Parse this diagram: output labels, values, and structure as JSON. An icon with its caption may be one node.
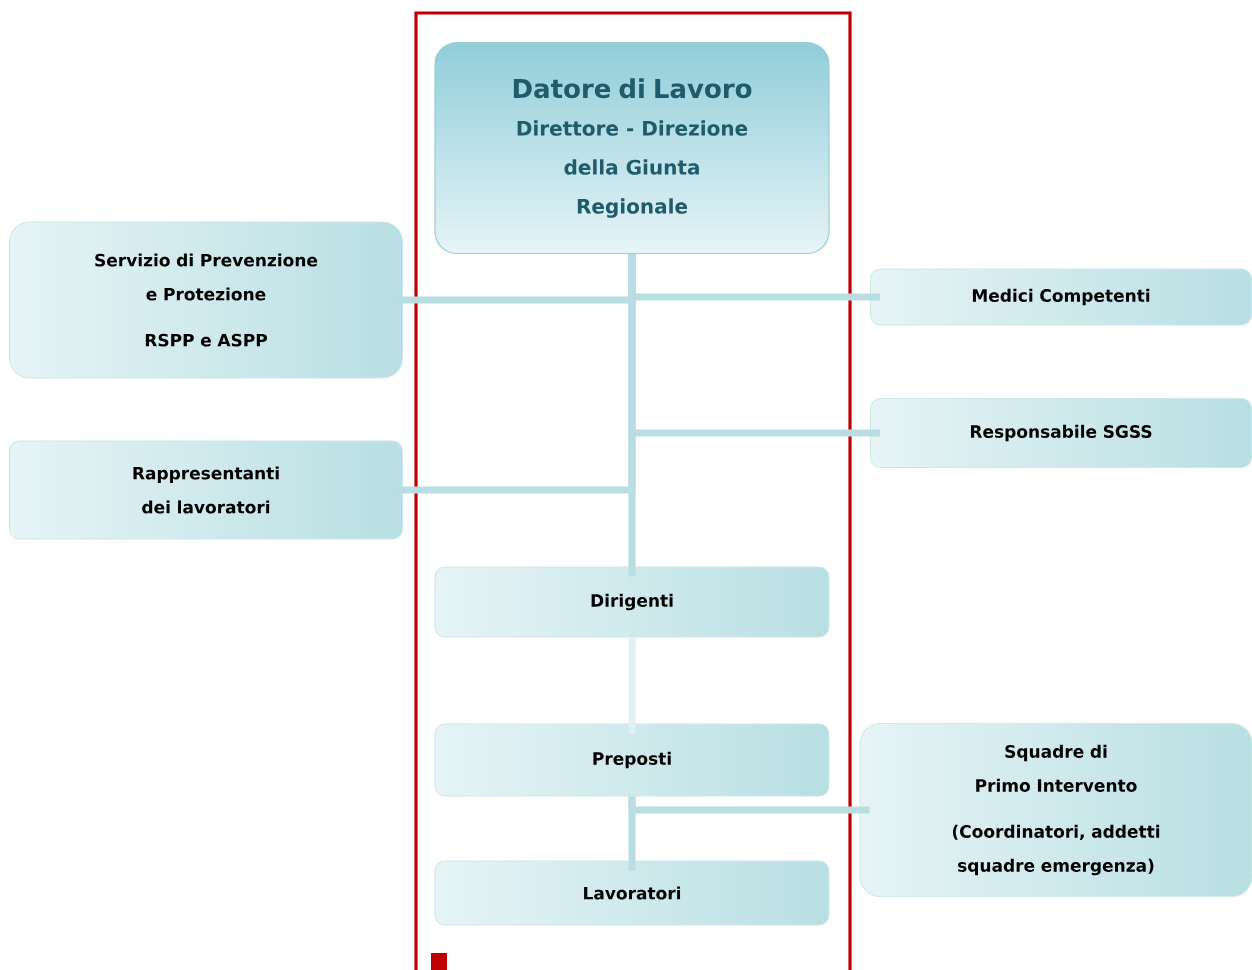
{
  "diagram": {
    "nodes": [
      {
        "text": [
          "Datore di Lavoro",
          "Direttore - Direzione della Giunta Regionale"
        ]
      },
      {
        "text": [
          "Servizio di Prevenzione e Protezione",
          "RSPP e ASPP"
        ]
      },
      {
        "text": [
          "Medici Competenti"
        ]
      },
      {
        "text": [
          "Responsabile SGSS"
        ]
      },
      {
        "text": [
          "Rappresentanti dei lavoratori"
        ]
      },
      {
        "text": [
          "Dirigenti"
        ]
      },
      {
        "text": [
          "Preposti"
        ]
      },
      {
        "text": [
          "Squadre di Primo Intervento",
          "(Coordinatori, addetti squadre emergenza)"
        ]
      },
      {
        "text": [
          "Lavoratori"
        ]
      }
    ],
    "edges": [
      {
        "from": 0,
        "to": 1,
        "arrow": "none"
      },
      {
        "from": 0,
        "to": 2,
        "arrow": "none"
      },
      {
        "from": 0,
        "to": 3,
        "arrow": "none"
      },
      {
        "from": 0,
        "to": 4,
        "arrow": "none"
      },
      {
        "from": 0,
        "to": 5,
        "arrow": "none"
      },
      {
        "from": 5,
        "to": 6,
        "arrow": "none",
        "color": "#e0f0f3"
      },
      {
        "from": 6,
        "to": 8,
        "arrow": "none"
      },
      {
        "from": 6,
        "to": 7,
        "arrow": "none"
      }
    ]
  }
}
